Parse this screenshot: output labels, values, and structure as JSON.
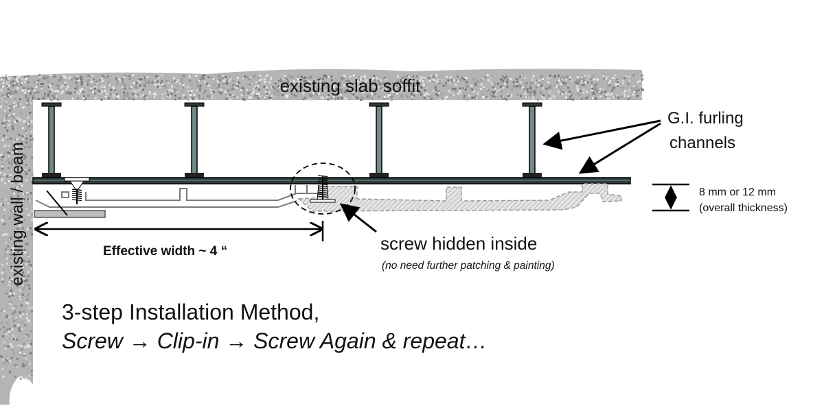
{
  "labels": {
    "slab": "existing slab soffit",
    "wall": "existing wall / beam",
    "channels_line1": "G.I. furling",
    "channels_line2": "channels",
    "thickness_line1": "8 mm or 12 mm",
    "thickness_line2": "(overall thickness)",
    "effective_width": "Effective width ~ 4 “",
    "screw_hidden": "screw hidden inside",
    "screw_note": "(no need further patching & painting)",
    "method_title": "3-step Installation Method,",
    "method_steps": "Screw → Clip-in → Screw Again & repeat…"
  },
  "colors": {
    "concrete": "#b4b4b4",
    "channel": "#2f3a3a",
    "panel_outline": "#7a7a7a",
    "hatch": "#c8c8c8"
  }
}
